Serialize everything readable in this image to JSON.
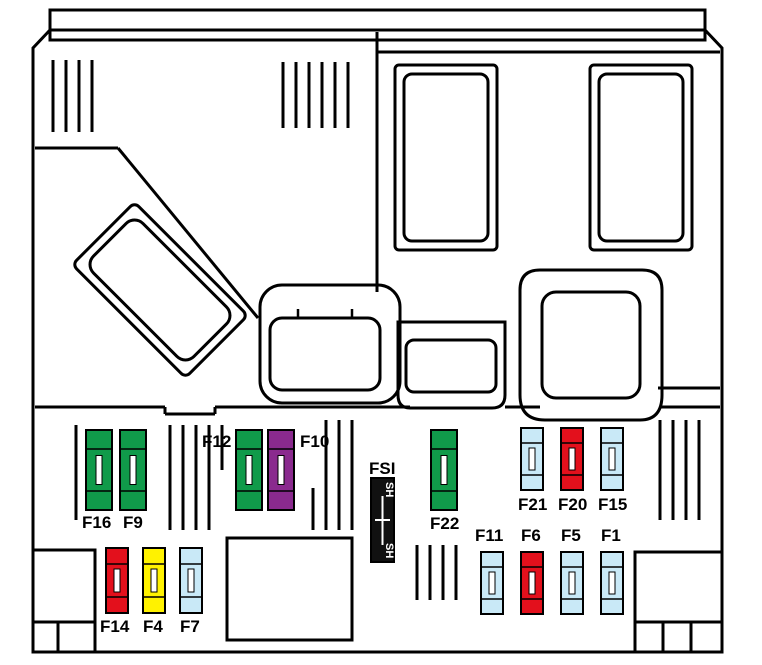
{
  "colors": {
    "background": "#ffffff",
    "box": "#66c8ef",
    "outline": "#000000",
    "green": "#109a4a",
    "purple": "#8a2a8e",
    "red": "#e3101c",
    "yellow": "#fff200",
    "light": "#c9e9f7",
    "fsi": "#111111"
  },
  "fuses": [
    {
      "id": "F16",
      "label": "F16",
      "color": "green"
    },
    {
      "id": "F9",
      "label": "F9",
      "color": "green"
    },
    {
      "id": "F12",
      "label": "F12",
      "color": "green"
    },
    {
      "id": "F10",
      "label": "F10",
      "color": "purple"
    },
    {
      "id": "F22",
      "label": "F22",
      "color": "green"
    },
    {
      "id": "F21",
      "label": "F21",
      "color": "light"
    },
    {
      "id": "F20",
      "label": "F20",
      "color": "red"
    },
    {
      "id": "F15",
      "label": "F15",
      "color": "light"
    },
    {
      "id": "F11",
      "label": "F11",
      "color": "light"
    },
    {
      "id": "F6",
      "label": "F6",
      "color": "red"
    },
    {
      "id": "F5",
      "label": "F5",
      "color": "light"
    },
    {
      "id": "F1",
      "label": "F1",
      "color": "light"
    },
    {
      "id": "F14",
      "label": "F14",
      "color": "red"
    },
    {
      "id": "F4",
      "label": "F4",
      "color": "yellow"
    },
    {
      "id": "F7",
      "label": "F7",
      "color": "light"
    }
  ],
  "shunt": {
    "label": "FSI",
    "mark_top": "SH",
    "mark_bottom": "SH"
  }
}
